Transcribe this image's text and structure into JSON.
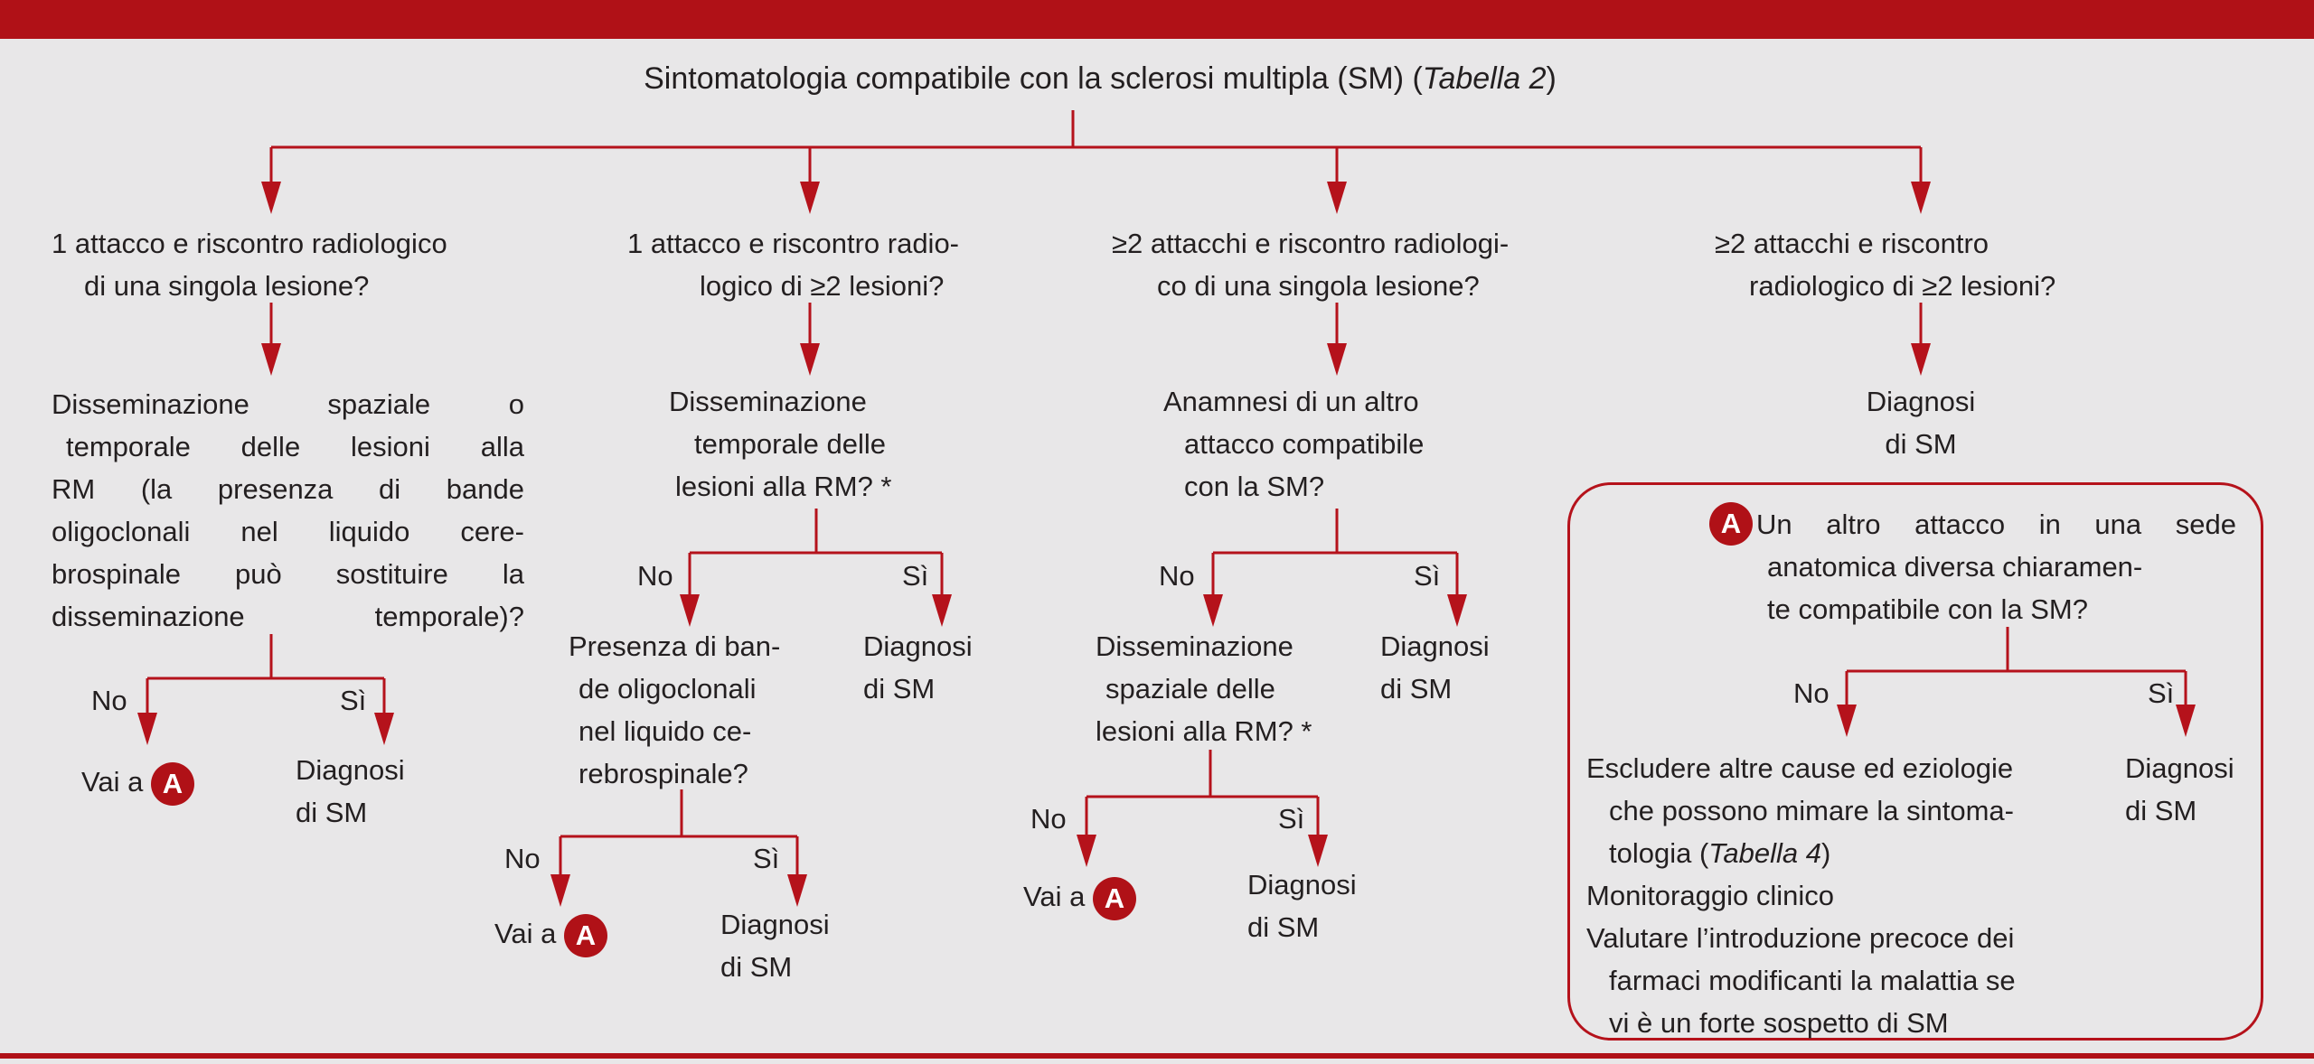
{
  "title": {
    "main": "Sintomatologia compatibile con la sclerosi multipla (SM) (",
    "italic": "Tabella 2",
    "close": ")"
  },
  "level1": [
    {
      "lines": [
        "1 attacco e riscontro radiologico",
        "di una singola lesione?"
      ]
    },
    {
      "lines": [
        "1 attacco e riscontro radio-",
        "logico di ≥2 lesioni?"
      ]
    },
    {
      "lines": [
        "≥2 attacchi e riscontro radiologi-",
        "co di una singola lesione?"
      ]
    },
    {
      "lines": [
        "≥2 attacchi e riscontro",
        "radiologico di ≥2 lesioni?"
      ]
    }
  ],
  "col1": {
    "question": [
      "Disseminazione spaziale o",
      "temporale delle lesioni alla",
      "RM (la presenza di bande",
      "oligoclonali nel liquido cere-",
      "brospinale può sostituire la",
      "disseminazione temporale)?"
    ],
    "no": "No",
    "yes": "Sì",
    "goto": "Vai a",
    "badge": "A",
    "diagnosis": [
      "Diagnosi",
      "di SM"
    ]
  },
  "col2": {
    "question": [
      "Disseminazione",
      "temporale delle",
      "lesioni alla RM? *"
    ],
    "no": "No",
    "yes": "Sì",
    "diagnosis": [
      "Diagnosi",
      "di SM"
    ],
    "sub_question": [
      "Presenza di ban-",
      "de oligoclonali",
      "nel liquido ce-",
      "rebrospinale?"
    ],
    "sub_no": "No",
    "sub_yes": "Sì",
    "goto": "Vai a",
    "badge": "A",
    "sub_diagnosis": [
      "Diagnosi",
      "di SM"
    ]
  },
  "col3": {
    "question": [
      "Anamnesi di un altro",
      "attacco compatibile",
      "con la SM?"
    ],
    "no": "No",
    "yes": "Sì",
    "diagnosis": [
      "Diagnosi",
      "di SM"
    ],
    "sub_question": [
      "Disseminazione",
      "spaziale delle",
      "lesioni alla RM? *"
    ],
    "sub_no": "No",
    "sub_yes": "Sì",
    "goto": "Vai a",
    "badge": "A",
    "sub_diagnosis": [
      "Diagnosi",
      "di SM"
    ]
  },
  "col4": {
    "diagnosis": [
      "Diagnosi",
      "di SM"
    ]
  },
  "box_a": {
    "badge": "A",
    "question": [
      "Un altro attacco in una sede",
      "anatomica diversa chiaramen-",
      "te compatibile con la SM?"
    ],
    "no": "No",
    "yes": "Sì",
    "actions": {
      "l1": "Escludere altre cause ed eziologie",
      "l2": "che possono mimare la sintoma-",
      "l3_pre": "tologia (",
      "l3_italic": "Tabella 4",
      "l3_post": ")",
      "l4": "Monitoraggio clinico",
      "l5": "Valutare l’introduzione precoce dei",
      "l6": "farmaci modificanti la malattia se",
      "l7": "vi è un forte sospetto di SM"
    },
    "diagnosis": [
      "Diagnosi",
      "di SM"
    ]
  },
  "colors": {
    "accent": "#b01117",
    "line": "#b5121b",
    "background": "#e8e7e8",
    "text": "#231f20"
  }
}
